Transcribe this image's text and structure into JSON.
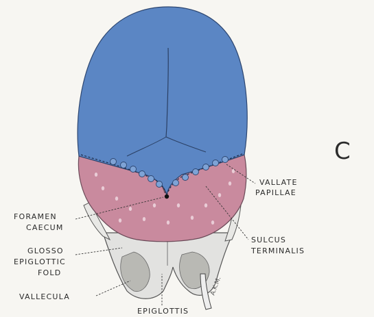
{
  "panel_letter": "C",
  "labels": {
    "vallate_line1": "VALLATE",
    "vallate_line2": "PAPILLAE",
    "foramen_line1": "FORAMEN",
    "foramen_line2": "CAECUM",
    "glosso_line1": "GLOSSO",
    "glosso_line2": "EPIGLOTTIC",
    "glosso_line3": "FOLD",
    "sulcus_line1": "SULCUS",
    "sulcus_line2": "TERMINALIS",
    "vallecula": "VALLECULA",
    "epiglottis": "EPIGLOTTIS"
  },
  "signature": "A.K.M.",
  "colors": {
    "oral_part": "#5b86c4",
    "pharyngeal_part": "#c98a9e",
    "epiglottis": "#e2e2e0",
    "background": "#f7f6f2"
  }
}
